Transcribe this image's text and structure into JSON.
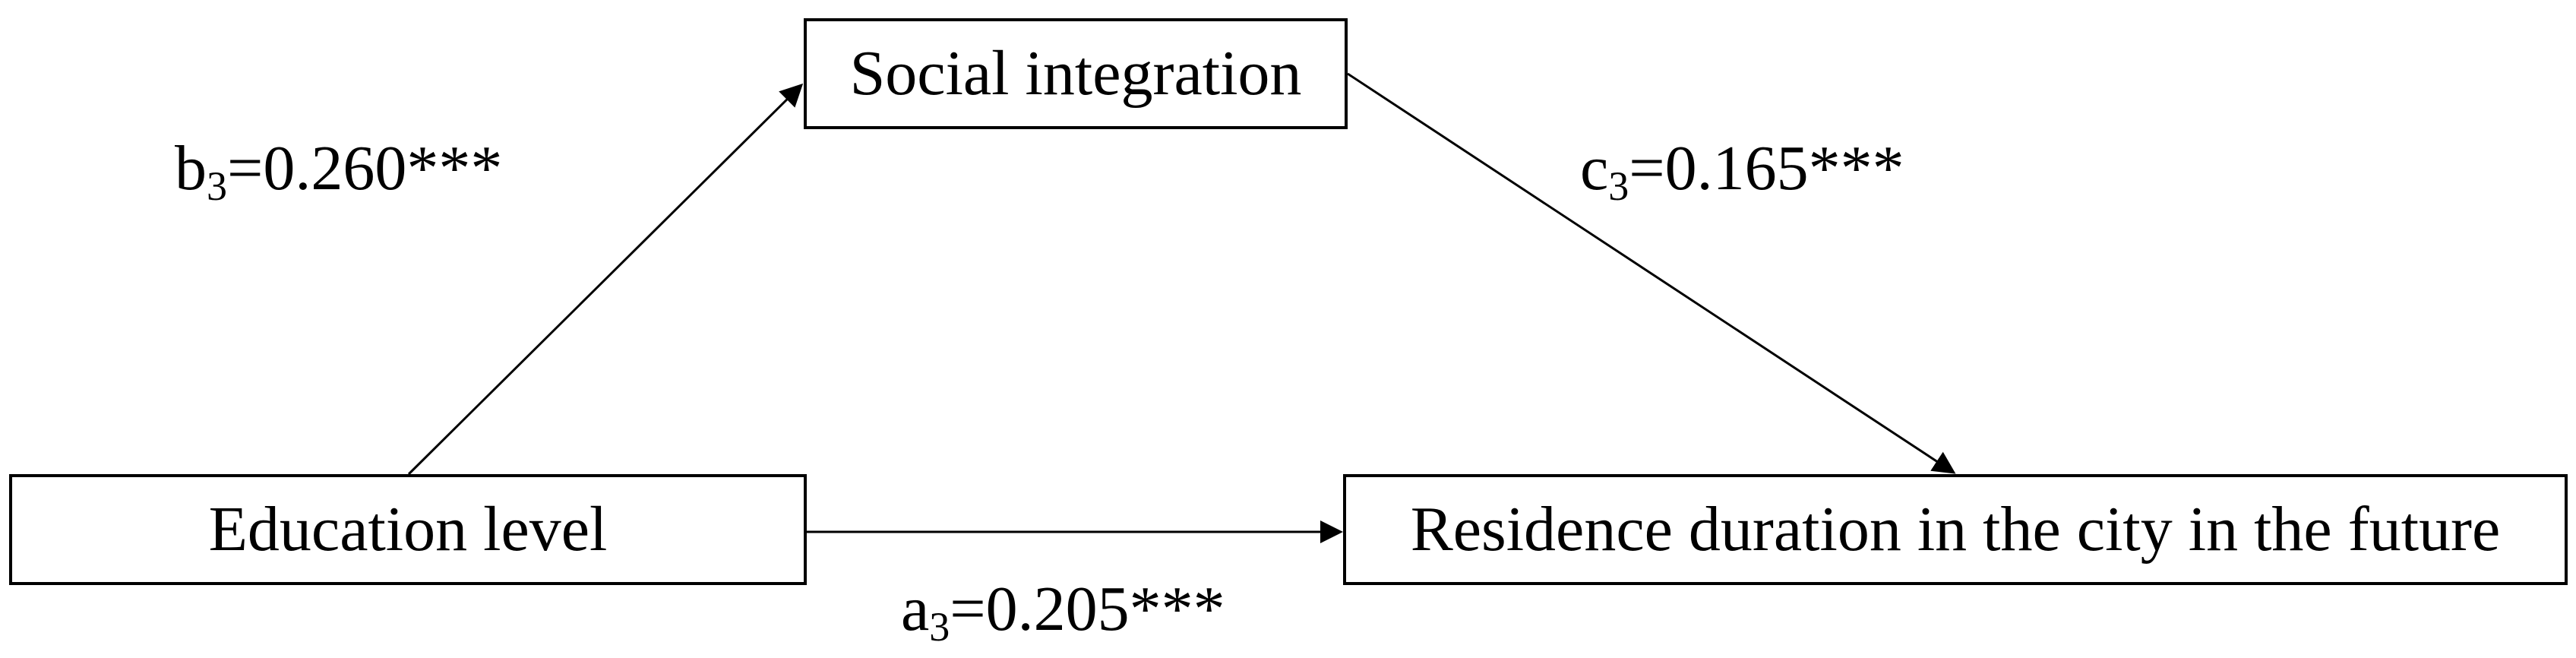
{
  "nodes": {
    "social_integration": "Social integration",
    "education_level": "Education level",
    "residence_duration": "Residence duration in the city in the future"
  },
  "paths": {
    "b": {
      "symbol": "b",
      "subscript": "3",
      "value": "=0.260***"
    },
    "c": {
      "symbol": "c",
      "subscript": "3",
      "value": "=0.165***"
    },
    "a": {
      "symbol": "a",
      "subscript": "3",
      "value": "=0.205***"
    }
  }
}
